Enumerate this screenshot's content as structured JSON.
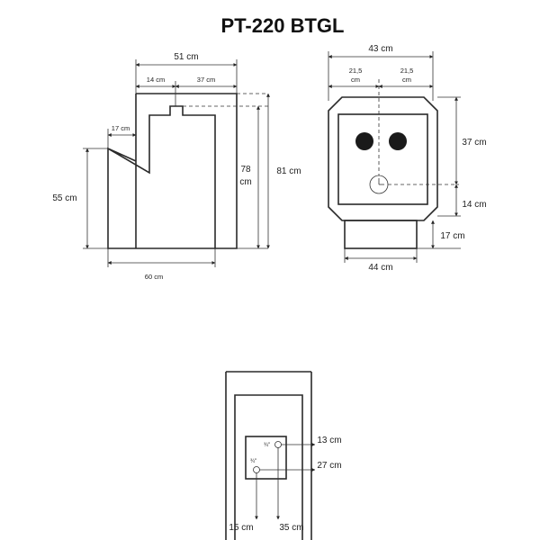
{
  "title": "PT-220 BTGL",
  "side_view": {
    "width_total": "51 cm",
    "width_left": "14 cm",
    "width_right": "37 cm",
    "chute_depth": "17 cm",
    "height_inner": "78",
    "height_inner_unit": "cm",
    "height_total": "81 cm",
    "side_height": "55 cm",
    "base_length": "60 cm"
  },
  "front_view": {
    "width_top": "43 cm",
    "half_left_value": "21,5",
    "half_left_unit": "cm",
    "half_right_value": "21,5",
    "half_right_unit": "cm",
    "height_upper": "37 cm",
    "height_lower": "14 cm",
    "stand_height": "17 cm",
    "stand_width": "44 cm"
  },
  "rear_view": {
    "upper_port_label": "¾\"",
    "lower_port_label": "¾\"",
    "upper_port_height": "13 cm",
    "lower_port_height": "27 cm",
    "left_offset": "15 cm",
    "right_offset": "35 cm"
  }
}
